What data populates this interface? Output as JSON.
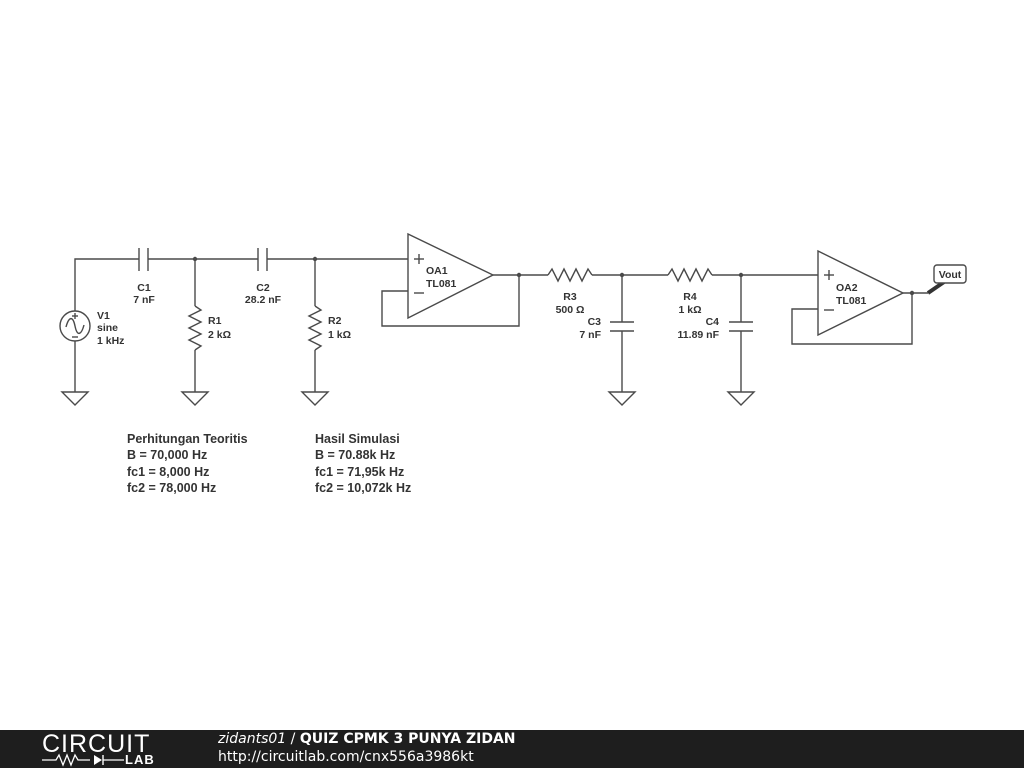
{
  "components": {
    "v1": {
      "name": "V1",
      "type": "sine",
      "freq": "1 kHz"
    },
    "c1": {
      "name": "C1",
      "value": "7 nF"
    },
    "c2": {
      "name": "C2",
      "value": "28.2 nF"
    },
    "r1": {
      "name": "R1",
      "value": "2 kΩ"
    },
    "r2": {
      "name": "R2",
      "value": "1 kΩ"
    },
    "oa1": {
      "name": "OA1",
      "model": "TL081"
    },
    "r3": {
      "name": "R3",
      "value": "500 Ω"
    },
    "c3": {
      "name": "C3",
      "value": "7 nF"
    },
    "r4": {
      "name": "R4",
      "value": "1 kΩ"
    },
    "c4": {
      "name": "C4",
      "value": "11.89 nF"
    },
    "oa2": {
      "name": "OA2",
      "model": "TL081"
    },
    "vout": {
      "label": "Vout"
    }
  },
  "notes": {
    "theory": {
      "title": "Perhitungan Teoritis",
      "lines": [
        "B = 70,000 Hz",
        "fc1 = 8,000 Hz",
        "fc2 = 78,000 Hz"
      ]
    },
    "simulation": {
      "title": "Hasil Simulasi",
      "lines": [
        "B = 70.88k Hz",
        "fc1 = 71,95k Hz",
        "fc2 = 10,072k Hz"
      ]
    }
  },
  "footer": {
    "logo_top": "CIRCUIT",
    "logo_bottom": "LAB",
    "user": "zidants01",
    "separator": " / ",
    "title": "QUIZ CPMK 3 PUNYA ZIDAN",
    "url": "http://circuitlab.com/cnx556a3986kt"
  },
  "colors": {
    "wire": "#4a4a4a",
    "text": "#333333",
    "footer_bg": "#1e1e1e",
    "footer_text": "#ffffff"
  }
}
